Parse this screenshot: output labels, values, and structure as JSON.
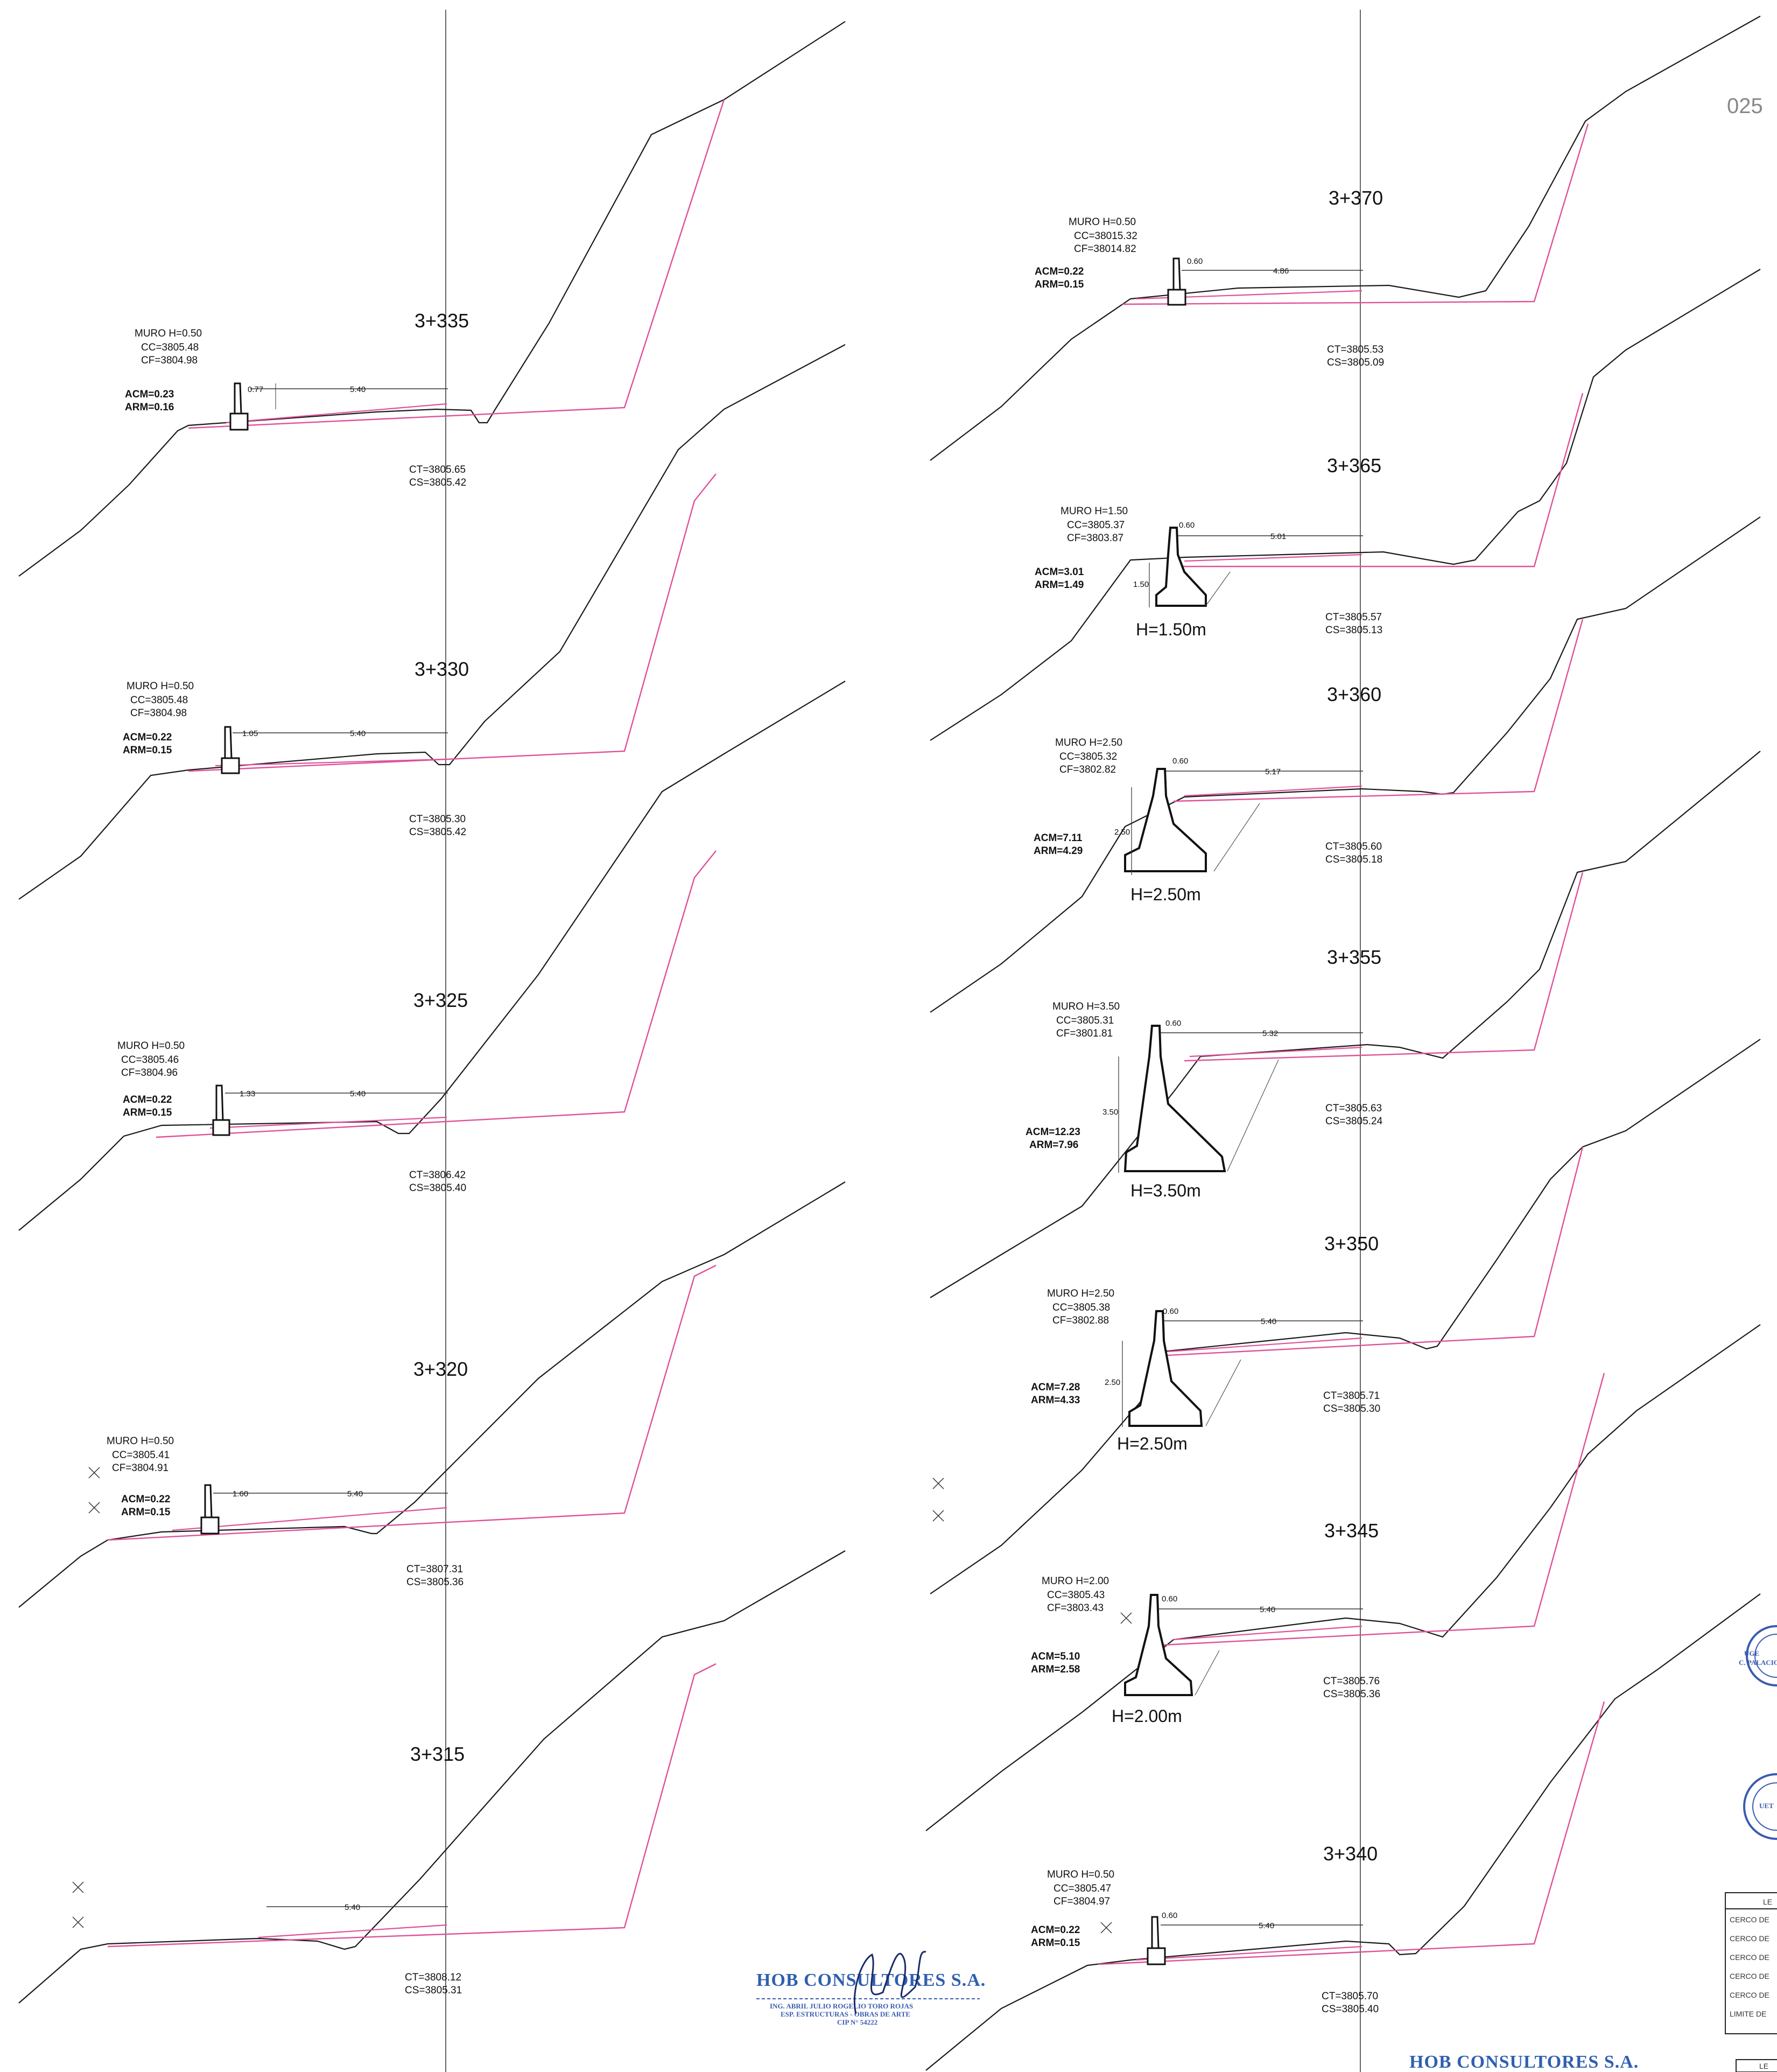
{
  "page": {
    "number": "025"
  },
  "sections": [
    {
      "station": "3+335",
      "muro": "MURO  H=0.50",
      "cc": "CC=3805.48",
      "cf": "CF=3804.98",
      "acm": "ACM=0.23",
      "arm": "ARM=0.16",
      "ct": "CT=3805.65",
      "cs": "CS=3805.42",
      "d1": "0.77",
      "d2": "5.40",
      "wall": "H=0.50",
      "hlabel": ""
    },
    {
      "station": "3+330",
      "muro": "MURO  H=0.50",
      "cc": "CC=3805.48",
      "cf": "CF=3804.98",
      "acm": "ACM=0.22",
      "arm": "ARM=0.15",
      "ct": "CT=3805.30",
      "cs": "CS=3805.42",
      "d1": "1.05",
      "d2": "5.40",
      "wall": "H=0.50",
      "hlabel": ""
    },
    {
      "station": "3+325",
      "muro": "MURO  H=0.50",
      "cc": "CC=3805.46",
      "cf": "CF=3804.96",
      "acm": "ACM=0.22",
      "arm": "ARM=0.15",
      "ct": "CT=3806.42",
      "cs": "CS=3805.40",
      "d1": "1.33",
      "d2": "5.40",
      "wall": "H=0.50",
      "hlabel": ""
    },
    {
      "station": "3+320",
      "muro": "MURO  H=0.50",
      "cc": "CC=3805.41",
      "cf": "CF=3804.91",
      "acm": "ACM=0.22",
      "arm": "ARM=0.15",
      "ct": "CT=3807.31",
      "cs": "CS=3805.36",
      "d1": "1.60",
      "d2": "5.40",
      "wall": "H=0.50",
      "hlabel": ""
    },
    {
      "station": "3+315",
      "muro": "",
      "cc": "",
      "cf": "",
      "acm": "",
      "arm": "",
      "ct": "CT=3808.12",
      "cs": "CS=3805.31",
      "d1": "",
      "d2": "5.40",
      "wall": "none",
      "hlabel": ""
    },
    {
      "station": "3+370",
      "muro": "MURO  H=0.50",
      "cc": "CC=38015.32",
      "cf": "CF=38014.82",
      "acm": "ACM=0.22",
      "arm": "ARM=0.15",
      "ct": "CT=3805.53",
      "cs": "CS=3805.09",
      "d1": "0.60",
      "d2": "4.86",
      "wall": "H=0.50",
      "hlabel": ""
    },
    {
      "station": "3+365",
      "muro": "MURO  H=1.50",
      "cc": "CC=3805.37",
      "cf": "CF=3803.87",
      "acm": "ACM=3.01",
      "arm": "ARM=1.49",
      "ct": "CT=3805.57",
      "cs": "CS=3805.13",
      "d1": "0.60",
      "d2": "5.01",
      "hdim": "1.50",
      "wall": "H=1.50",
      "hlabel": "H=1.50m"
    },
    {
      "station": "3+360",
      "muro": "MURO  H=2.50",
      "cc": "CC=3805.32",
      "cf": "CF=3802.82",
      "acm": "ACM=7.11",
      "arm": "ARM=4.29",
      "ct": "CT=3805.60",
      "cs": "CS=3805.18",
      "d1": "0.60",
      "d2": "5.17",
      "hdim": "2.50",
      "wall": "H=2.50",
      "hlabel": "H=2.50m"
    },
    {
      "station": "3+355",
      "muro": "MURO  H=3.50",
      "cc": "CC=3805.31",
      "cf": "CF=3801.81",
      "acm": "ACM=12.23",
      "arm": "ARM=7.96",
      "ct": "CT=3805.63",
      "cs": "CS=3805.24",
      "d1": "0.60",
      "d2": "5.32",
      "hdim": "3.50",
      "wall": "H=3.50",
      "hlabel": "H=3.50m"
    },
    {
      "station": "3+350",
      "muro": "MURO  H=2.50",
      "cc": "CC=3805.38",
      "cf": "CF=3802.88",
      "acm": "ACM=7.28",
      "arm": "ARM=4.33",
      "ct": "CT=3805.71",
      "cs": "CS=3805.30",
      "d1": "0.60",
      "d2": "5.40",
      "hdim": "2.50",
      "wall": "H=2.50",
      "hlabel": "H=2.50m"
    },
    {
      "station": "3+345",
      "muro": "MURO  H=2.00",
      "cc": "CC=3805.43",
      "cf": "CF=3803.43",
      "acm": "ACM=5.10",
      "arm": "ARM=2.58",
      "ct": "CT=3805.76",
      "cs": "CS=3805.36",
      "d1": "0.60",
      "d2": "5.40",
      "wall": "H=2.00",
      "hlabel": "H=2.00m"
    },
    {
      "station": "3+340",
      "muro": "MURO  H=0.50",
      "cc": "CC=3805.47",
      "cf": "CF=3804.97",
      "acm": "ACM=0.22",
      "arm": "ARM=0.15",
      "ct": "CT=3805.70",
      "cs": "CS=3805.40",
      "d1": "0.60",
      "d2": "5.40",
      "wall": "H=0.50",
      "hlabel": ""
    }
  ],
  "company": {
    "name": "HOB CONSULTORES S.A.",
    "engineer_line1": "ING. ABRIL JULIO ROGELIO TORO ROJAS",
    "engineer_line2": "ESP. ESTRUCTURAS - OBRAS DE ARTE",
    "engineer_line3": "CIP N° 54222"
  },
  "stamps": {
    "stamp1": [
      "UGE",
      "C. PALACIOS"
    ],
    "stamp2": [
      "UET"
    ]
  },
  "legend": {
    "header": "LE",
    "rows": [
      "CERCO DE",
      "CERCO DE",
      "CERCO DE",
      "CERCO DE",
      "CERCO DE",
      "LIMITE DE"
    ],
    "footer_header": "LE"
  },
  "colors": {
    "ground": "#1a1a1a",
    "design": "#e0509a",
    "axis": "#555555",
    "ink": "#111111",
    "blue": "#2f5fb0"
  }
}
